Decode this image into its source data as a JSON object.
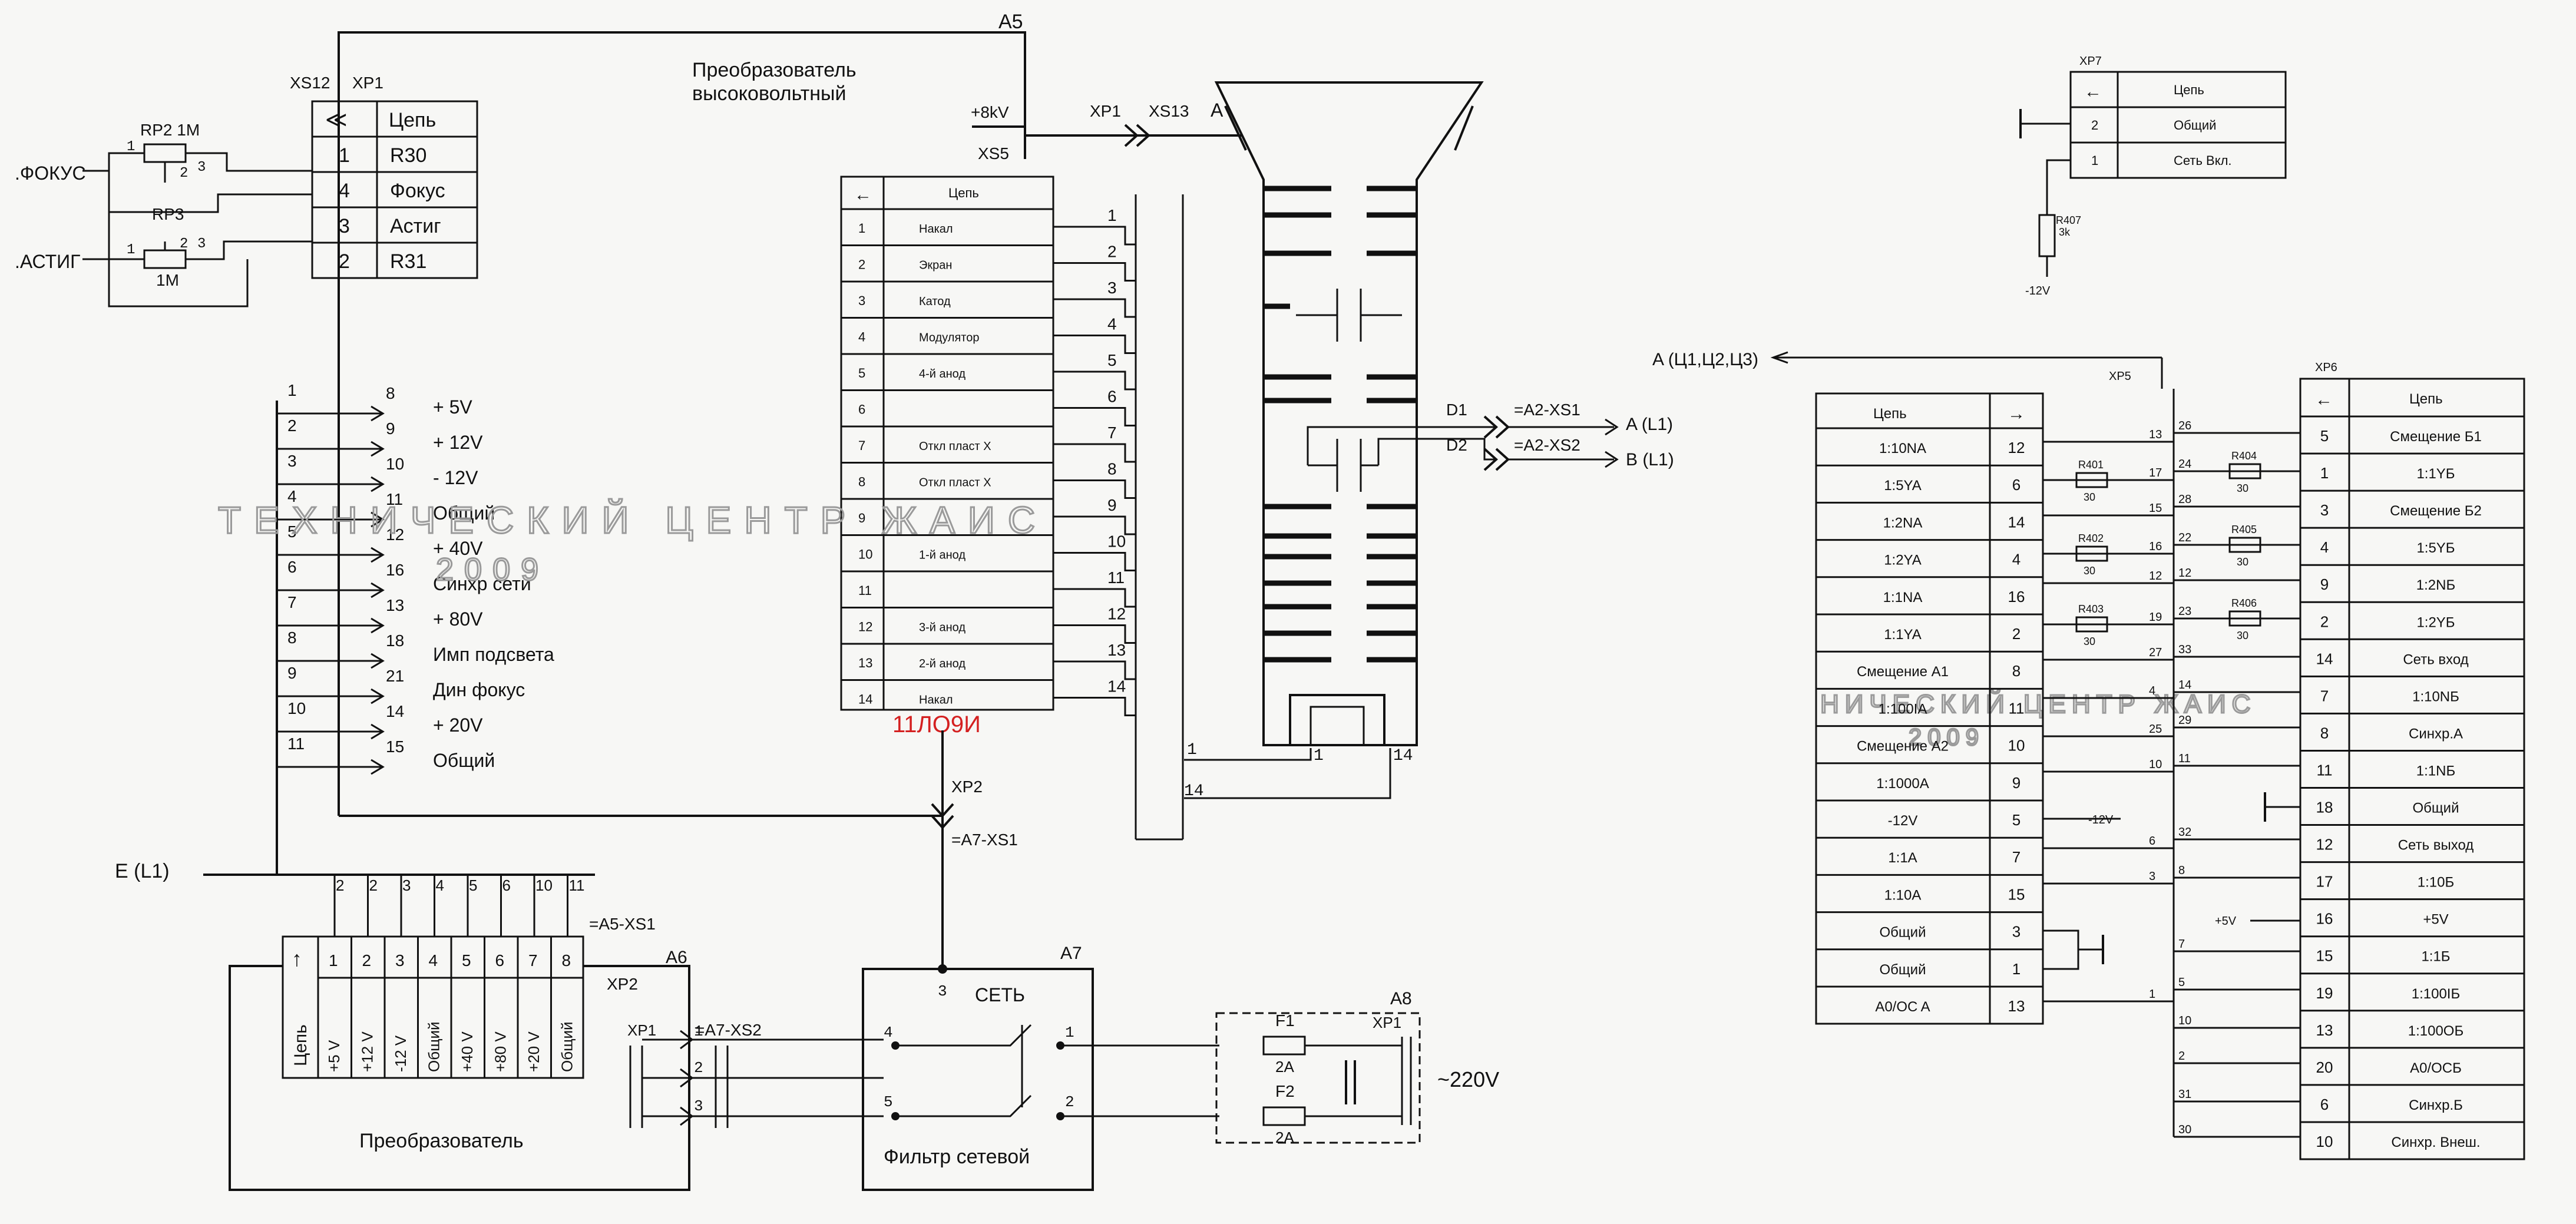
{
  "labels": {
    "a5": "A5",
    "a5_title_1": "Преобразователь",
    "a5_title_2": "высоковольтный",
    "xs12": "XS12",
    "xp1_left": "XP1",
    "fokus": "ФОКУС",
    "astig": "АСТИГ",
    "rp2": "RP2 1M",
    "rp3": "RP3",
    "rp3_val": "1M",
    "hv": "+8kV",
    "xp1_hv": "XP1",
    "xs13": "XS13",
    "a_cap": "A",
    "xs5": "XS5",
    "tube_name": "11ЛО9И",
    "xp2_mid": "XP2",
    "a7_xs1": "=A7-XS1",
    "d1": "D1",
    "d2": "D2",
    "a2_xs1": "=A2-XS1",
    "a2_xs2": "=A2-XS2",
    "out_a": "A (L1)",
    "out_b": "B (L1)",
    "e_l1": "E (L1)",
    "a5_xs1": "=A5-XS1",
    "a6": "A6",
    "xp2_a6": "XP2",
    "a6_title": "Преобразователь",
    "xp1_a6": "XP1",
    "a7_xs2": "=A7-XS2",
    "a7": "A7",
    "set": "СЕТЬ",
    "a7_title": "Фильтр сетевой",
    "a8": "A8",
    "f1": "F1",
    "f2": "F2",
    "fuse": "2A",
    "xp1_a8": "XP1",
    "mains": "~220V",
    "xp7": "XP7",
    "r407": "R407",
    "r407_val": "3k",
    "minus12": "-12V",
    "a_bus": "A (Ц1,Ц2,Ц3)",
    "xp5": "XP5",
    "xp6": "XP6",
    "plus5": "+5V",
    "watermark_1": "ТЕХНИЧЕСКИЙ ЦЕНТР ЖАИС",
    "watermark_2": "2009",
    "watermark_3": "НИЧЕСКИЙ ЦЕНТР ЖАИС"
  },
  "xs12_table": {
    "header": "Цепь",
    "rows": [
      {
        "pin": "1",
        "name": "R30"
      },
      {
        "pin": "4",
        "name": "Фокус"
      },
      {
        "pin": "3",
        "name": "Астиг"
      },
      {
        "pin": "2",
        "name": "R31"
      }
    ]
  },
  "power_pins": [
    {
      "left": "1",
      "pin": "8",
      "name": "+ 5V"
    },
    {
      "left": "2",
      "pin": "9",
      "name": "+ 12V"
    },
    {
      "left": "3",
      "pin": "10",
      "name": "- 12V"
    },
    {
      "left": "4",
      "pin": "11",
      "name": "Общий"
    },
    {
      "left": "5",
      "pin": "12",
      "name": "+ 40V"
    },
    {
      "left": "6",
      "pin": "16",
      "name": "Синхр сети"
    },
    {
      "left": "7",
      "pin": "13",
      "name": "+ 80V"
    },
    {
      "left": "8",
      "pin": "18",
      "name": "Имп подсвета"
    },
    {
      "left": "9",
      "pin": "21",
      "name": "Дин фокус"
    },
    {
      "left": "10",
      "pin": "14",
      "name": "+ 20V"
    },
    {
      "left": "11",
      "pin": "15",
      "name": "Общий"
    }
  ],
  "tube_table": {
    "header": "Цепь",
    "rows": [
      {
        "pin": "1",
        "name": "Накал"
      },
      {
        "pin": "2",
        "name": "Экран"
      },
      {
        "pin": "3",
        "name": "Катод"
      },
      {
        "pin": "4",
        "name": "Модулятор"
      },
      {
        "pin": "5",
        "name": "4-й анод"
      },
      {
        "pin": "6",
        "name": ""
      },
      {
        "pin": "7",
        "name": "Откл пласт X"
      },
      {
        "pin": "8",
        "name": "Откл пласт X"
      },
      {
        "pin": "9",
        "name": ""
      },
      {
        "pin": "10",
        "name": "1-й анод"
      },
      {
        "pin": "11",
        "name": ""
      },
      {
        "pin": "12",
        "name": "3-й анод"
      },
      {
        "pin": "13",
        "name": "2-й анод"
      },
      {
        "pin": "14",
        "name": "Накал"
      }
    ]
  },
  "tube_pins": {
    "p1": "1",
    "p14": "14",
    "p1b": "1",
    "p14b": "14"
  },
  "a6_pins_top": [
    "2",
    "2",
    "3",
    "4",
    "5",
    "6",
    "10",
    "11"
  ],
  "a6_table": {
    "header": "Цепь",
    "pins": [
      "1",
      "2",
      "3",
      "4",
      "5",
      "6",
      "7",
      "8"
    ],
    "names": [
      "+5 V",
      "+12 V",
      "-12 V",
      "Общий",
      "+40 V",
      "+80 V",
      "+20 V",
      "Общий"
    ]
  },
  "a6_out": {
    "p1": "1",
    "p2": "2",
    "p3": "3"
  },
  "a7_pins": {
    "p3": "3",
    "p4": "4",
    "p5": "5",
    "o1": "1",
    "o2": "2"
  },
  "xp7_table": {
    "rows": [
      {
        "pin": "",
        "name": "Цепь"
      },
      {
        "pin": "2",
        "name": "Общий"
      },
      {
        "pin": "1",
        "name": "Сеть Вкл."
      }
    ]
  },
  "xp5_table": {
    "header": "Цепь",
    "rows": [
      {
        "name": "1:10NA",
        "pin": "12"
      },
      {
        "name": "1:5YA",
        "pin": "6"
      },
      {
        "name": "1:2NA",
        "pin": "14"
      },
      {
        "name": "1:2YA",
        "pin": "4"
      },
      {
        "name": "1:1NA",
        "pin": "16"
      },
      {
        "name": "1:1YA",
        "pin": "2"
      },
      {
        "name": "Смещение A1",
        "pin": "8"
      },
      {
        "name": "1:100IA",
        "pin": "11"
      },
      {
        "name": "Смещение A2",
        "pin": "10"
      },
      {
        "name": "1:1000A",
        "pin": "9"
      },
      {
        "name": "-12V",
        "pin": "5"
      },
      {
        "name": "1:1A",
        "pin": "7"
      },
      {
        "name": "1:10A",
        "pin": "15"
      },
      {
        "name": "Общий",
        "pin": "3"
      },
      {
        "name": "Общий",
        "pin": "1"
      },
      {
        "name": "A0/OC A",
        "pin": "13"
      }
    ]
  },
  "xp6_table": {
    "header": "Цепь",
    "rows": [
      {
        "pin": "5",
        "name": "Смещение Б1"
      },
      {
        "pin": "1",
        "name": "1:1YБ"
      },
      {
        "pin": "3",
        "name": "Смещение Б2"
      },
      {
        "pin": "4",
        "name": "1:5YБ"
      },
      {
        "pin": "9",
        "name": "1:2NБ"
      },
      {
        "pin": "2",
        "name": "1:2YБ"
      },
      {
        "pin": "14",
        "name": "Сеть вход"
      },
      {
        "pin": "7",
        "name": "1:10NБ"
      },
      {
        "pin": "8",
        "name": "Синхр.A"
      },
      {
        "pin": "11",
        "name": "1:1NБ"
      },
      {
        "pin": "18",
        "name": "Общий"
      },
      {
        "pin": "12",
        "name": "Сеть выход"
      },
      {
        "pin": "17",
        "name": "1:10Б"
      },
      {
        "pin": "16",
        "name": "+5V"
      },
      {
        "pin": "15",
        "name": "1:1Б"
      },
      {
        "pin": "19",
        "name": "1:100IБ"
      },
      {
        "pin": "13",
        "name": "1:100ОБ"
      },
      {
        "pin": "20",
        "name": "A0/OCБ"
      },
      {
        "pin": "6",
        "name": "Синхр.Б"
      },
      {
        "pin": "10",
        "name": "Синхр. Внеш."
      }
    ]
  },
  "xp5_wires": [
    "13",
    "17",
    "15",
    "16",
    "12",
    "19",
    "27",
    "4",
    "25",
    "10",
    "6",
    "3",
    "1"
  ],
  "xp6_wires": [
    "26",
    "24",
    "28",
    "22",
    "12",
    "23",
    "33",
    "14",
    "29",
    "11",
    "32",
    "8",
    "7",
    "5",
    "10",
    "2",
    "31",
    "30"
  ],
  "resistors": [
    {
      "name": "R401",
      "value": "30"
    },
    {
      "name": "R402",
      "value": "30"
    },
    {
      "name": "R403",
      "value": "30"
    },
    {
      "name": "R404",
      "value": "30"
    },
    {
      "name": "R405",
      "value": "30"
    },
    {
      "name": "R406",
      "value": "30"
    }
  ]
}
